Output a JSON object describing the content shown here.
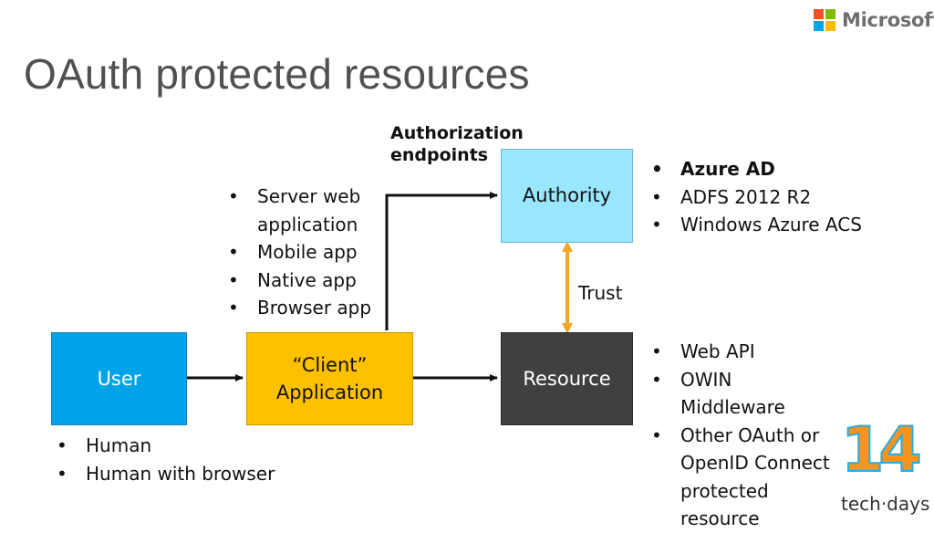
{
  "slide": {
    "title": "OAuth protected resources",
    "brand": "Microsoft",
    "event_logo_number": "14",
    "event_logo_text": "tech·days"
  },
  "nodes": {
    "user": "User",
    "client_line1": "“Client”",
    "client_line2": "Application",
    "authority": "Authority",
    "resource": "Resource"
  },
  "labels": {
    "auth_endpoints_line1": "Authorization",
    "auth_endpoints_line2": "endpoints",
    "trust": "Trust"
  },
  "lists": {
    "client_types": [
      "Server web application",
      "Mobile app",
      "Native app",
      "Browser app"
    ],
    "authorities": [
      "Azure AD",
      "ADFS 2012 R2",
      "Windows Azure ACS"
    ],
    "resources": [
      "Web API",
      "OWIN Middleware",
      "Other OAuth or OpenID Connect protected resource"
    ],
    "users": [
      "Human",
      "Human with browser"
    ]
  },
  "colors": {
    "user": "#00a2e8",
    "client": "#ffc000",
    "authority": "#99e6ff",
    "resource": "#404040",
    "trust_arrow": "#f5a623",
    "title": "#505050",
    "ms_red": "#f25022",
    "ms_green": "#7fba00",
    "ms_blue": "#00a4ef",
    "ms_yellow": "#ffb900",
    "logo_orange": "#f7941d",
    "logo_blue": "#29abe2"
  }
}
